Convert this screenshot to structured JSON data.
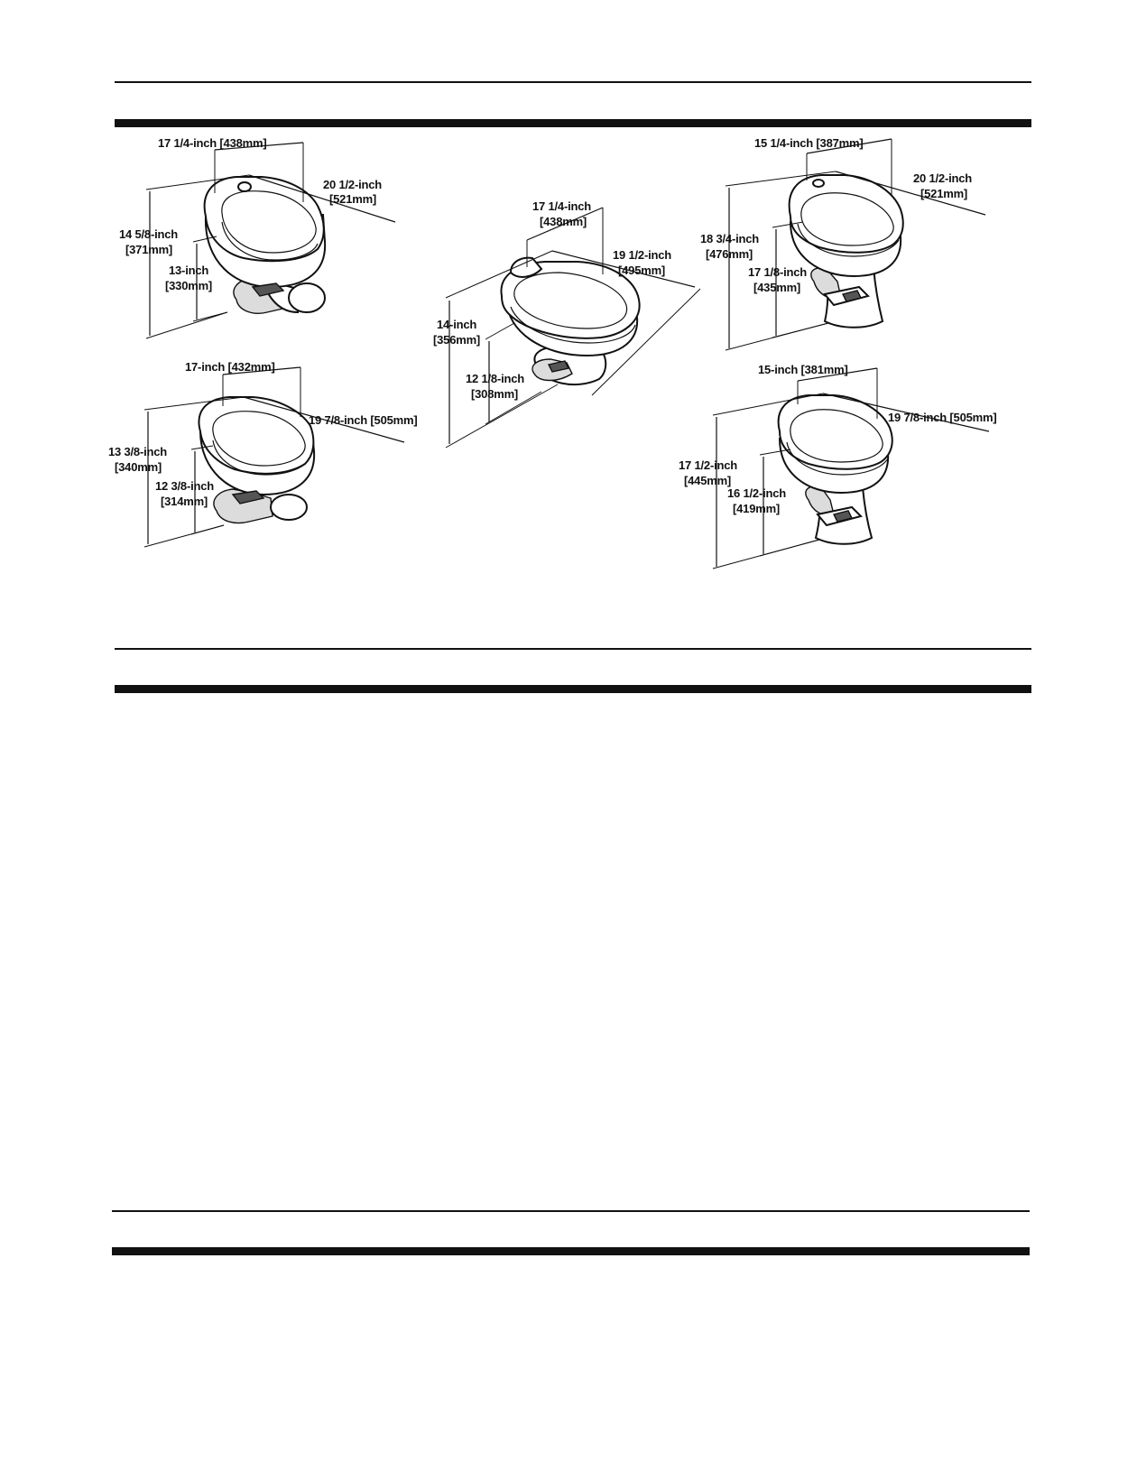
{
  "toilets": [
    {
      "id": "top-left",
      "width": "17 1/4-inch [438mm]",
      "depth_line1": "20 1/2-inch",
      "depth_line2": "[521mm]",
      "height_line1": "14 5/8-inch",
      "height_line2": "[371mm]",
      "seat_line1": "13-inch",
      "seat_line2": "[330mm]"
    },
    {
      "id": "bottom-left",
      "width": "17-inch [432mm]",
      "depth": "19 7/8-inch [505mm]",
      "height_line1": "13 3/8-inch",
      "height_line2": "[340mm]",
      "seat_line1": "12 3/8-inch",
      "seat_line2": "[314mm]"
    },
    {
      "id": "center",
      "width_line1": "17 1/4-inch",
      "width_line2": "[438mm]",
      "depth_line1": "19 1/2-inch",
      "depth_line2": "[495mm]",
      "height_line1": "14-inch",
      "height_line2": "[356mm]",
      "seat_line1": "12 1/8-inch",
      "seat_line2": "[308mm]"
    },
    {
      "id": "top-right",
      "width": "15 1/4-inch [387mm]",
      "depth_line1": "20 1/2-inch",
      "depth_line2": "[521mm]",
      "height_line1": "18 3/4-inch",
      "height_line2": "[476mm]",
      "seat_line1": "17 1/8-inch",
      "seat_line2": "[435mm]"
    },
    {
      "id": "bottom-right",
      "width": "15-inch [381mm]",
      "depth": "19 7/8-inch [505mm]",
      "height_line1": "17 1/2-inch",
      "height_line2": "[445mm]",
      "seat_line1": "16 1/2-inch",
      "seat_line2": "[419mm]"
    }
  ]
}
